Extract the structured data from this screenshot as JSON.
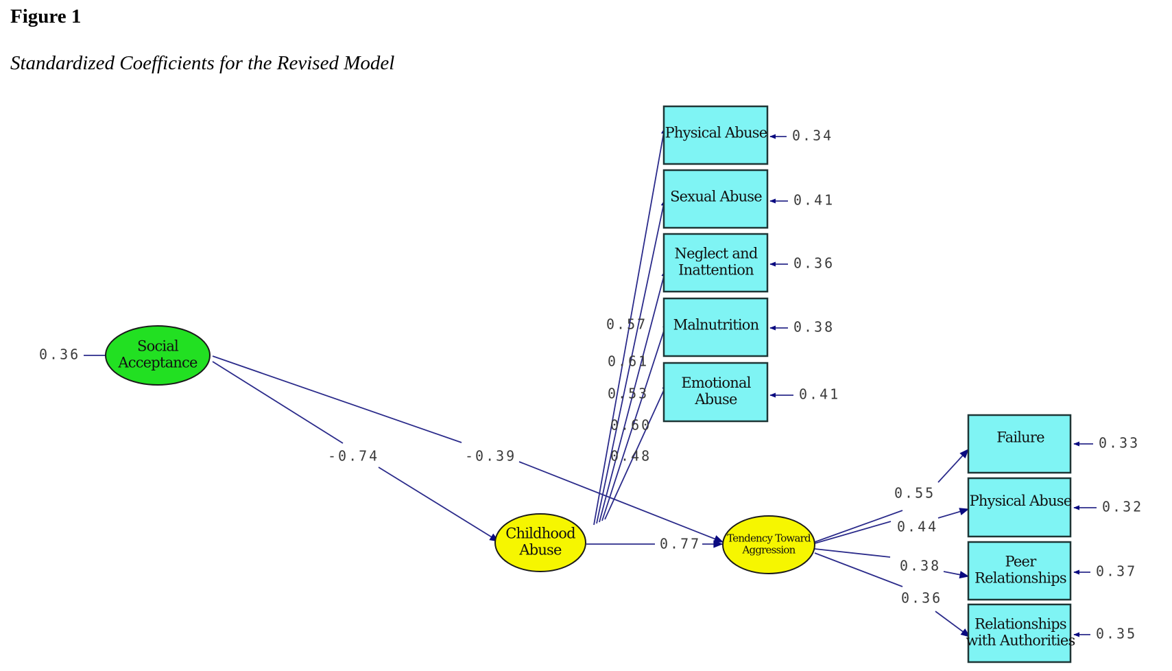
{
  "figure": {
    "title": "Figure 1",
    "subtitle": "Standardized Coefficients for the Revised Model"
  },
  "colors": {
    "exogenous_latent": "#22e022",
    "endogenous_latent": "#f6f600",
    "indicator_box": "#7ff4f4",
    "path_line": "#2a2a8a",
    "arrowhead": "#0a0a80"
  },
  "latent_variables": [
    {
      "id": "social_acceptance",
      "lines": [
        "Social",
        "Acceptance"
      ],
      "error_variance": "0.36"
    },
    {
      "id": "childhood_abuse",
      "lines": [
        "Childhood",
        "Abuse"
      ]
    },
    {
      "id": "tendency_aggression",
      "lines": [
        "Tendency Toward",
        "Aggression"
      ]
    }
  ],
  "structural_paths": [
    {
      "from": "social_acceptance",
      "to": "childhood_abuse",
      "coef": "-0.74"
    },
    {
      "from": "social_acceptance",
      "to": "tendency_aggression",
      "coef": "-0.39"
    },
    {
      "from": "childhood_abuse",
      "to": "tendency_aggression",
      "coef": "0.77"
    }
  ],
  "childhood_abuse_indicators": [
    {
      "lines": [
        "Physical Abuse"
      ],
      "loading": "0.57",
      "error": "0.34"
    },
    {
      "lines": [
        "Sexual Abuse"
      ],
      "loading": "0.61",
      "error": "0.41"
    },
    {
      "lines": [
        "Neglect and",
        "Inattention"
      ],
      "loading": "0.53",
      "error": "0.36"
    },
    {
      "lines": [
        "Malnutrition"
      ],
      "loading": "0.60",
      "error": "0.38"
    },
    {
      "lines": [
        "Emotional",
        "Abuse"
      ],
      "loading": "0.48",
      "error": "0.41"
    }
  ],
  "aggression_indicators": [
    {
      "lines": [
        "Failure"
      ],
      "loading": "0.55",
      "error": "0.33"
    },
    {
      "lines": [
        "Physical Abuse"
      ],
      "loading": "0.44",
      "error": "0.32"
    },
    {
      "lines": [
        "Peer",
        "Relationships"
      ],
      "loading": "0.38",
      "error": "0.37"
    },
    {
      "lines": [
        "Relationships",
        "with Authorities"
      ],
      "loading": "0.36",
      "error": "0.35"
    }
  ]
}
